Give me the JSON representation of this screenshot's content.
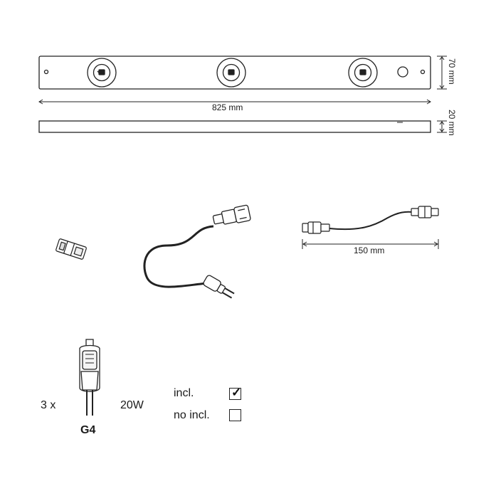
{
  "dimensions": {
    "height_top": "70 mm",
    "length": "825 mm",
    "height_side": "20 mm",
    "cable_length": "150 mm"
  },
  "bulb": {
    "quantity": "3 x",
    "socket": "G4",
    "power": "20W"
  },
  "legend": {
    "included_label": "incl.",
    "included_checked": true,
    "not_included_label": "no incl.",
    "not_included_checked": false
  },
  "colors": {
    "line": "#222222",
    "background": "#ffffff"
  },
  "icons": [
    "lamp-socket-icon",
    "switch-icon",
    "connector-icon",
    "power-plug-icon",
    "cable-connector-icon",
    "halogen-bulb-icon",
    "check-icon"
  ]
}
